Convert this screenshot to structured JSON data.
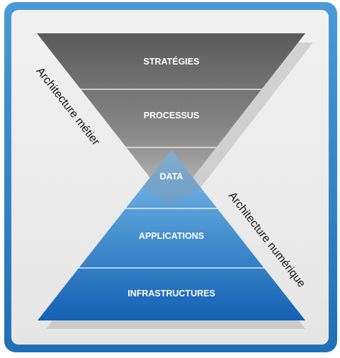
{
  "diagram": {
    "layers": {
      "strategies": "STRATÉGIES",
      "processus": "PROCESSUS",
      "data": "DATA",
      "applications": "APPLICATIONS",
      "infrastructures": "INFRASTRUCTURES"
    },
    "side_labels": {
      "left": "Architecture métier",
      "right": "Architecture numérique"
    },
    "colors": {
      "frame_blue": "#3a8fd0",
      "panel": "#eeeeee",
      "grey_top": "#5c5c5c",
      "grey_bottom": "#b8b8b8",
      "blue_top": "#7cb9e8",
      "blue_bottom": "#1565b8"
    }
  }
}
